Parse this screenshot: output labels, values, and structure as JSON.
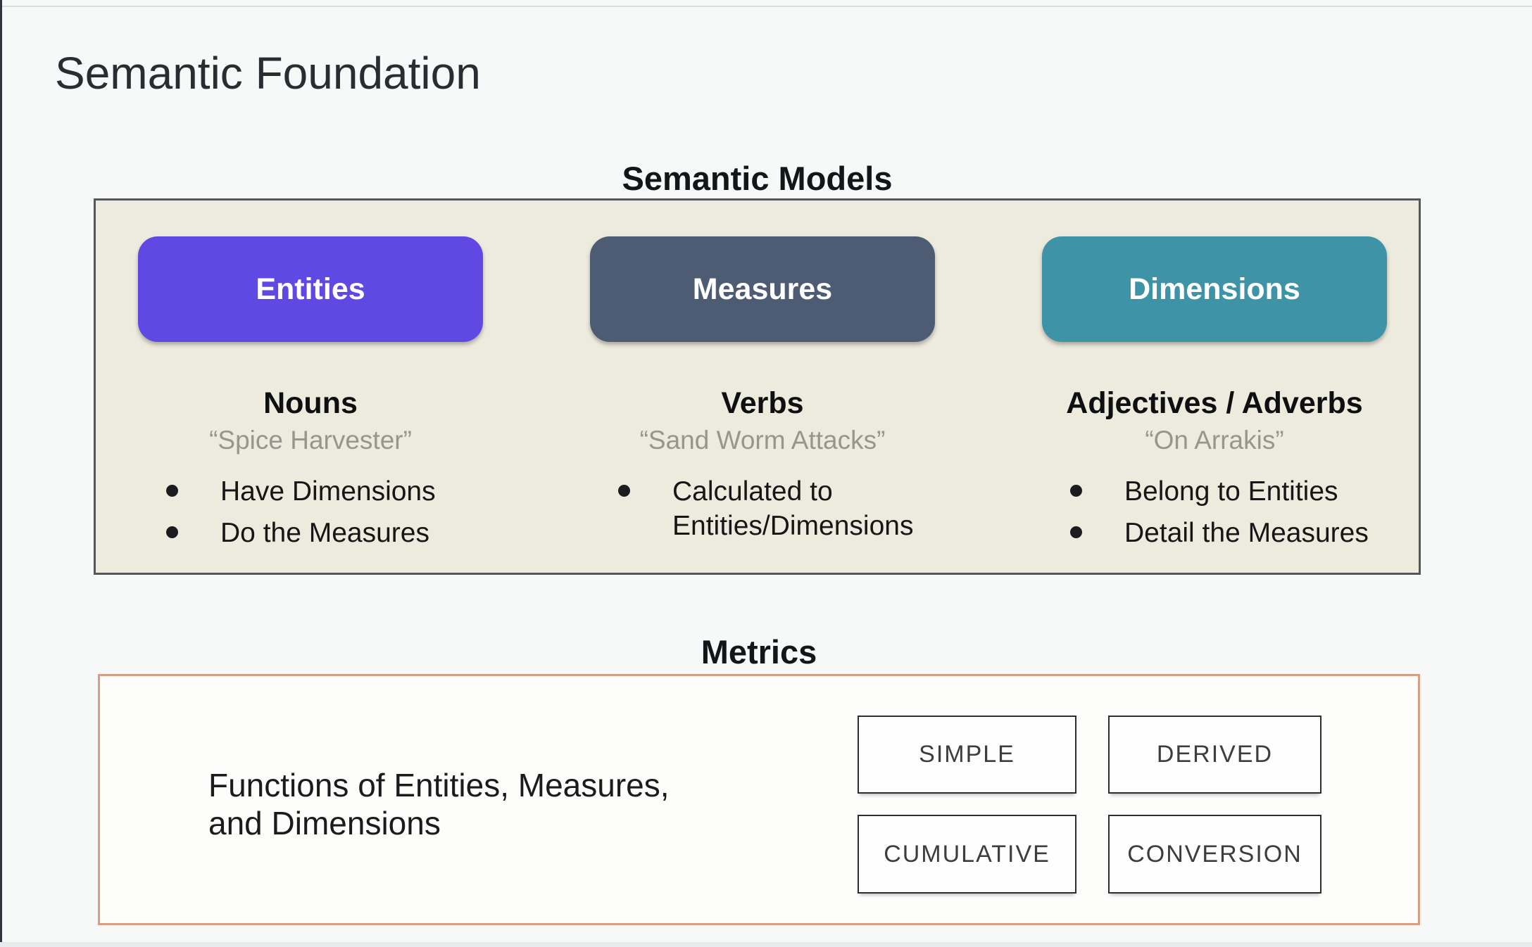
{
  "page": {
    "title": "Semantic Foundation"
  },
  "semantic_models": {
    "heading": "Semantic Models",
    "columns": [
      {
        "pill": "Entities",
        "pill_color": "#6049e2",
        "role": "Nouns",
        "example": "“Spice Harvester”",
        "bullets": [
          "Have Dimensions",
          "Do the Measures"
        ]
      },
      {
        "pill": "Measures",
        "pill_color": "#4d5c73",
        "role": "Verbs",
        "example": "“Sand Worm Attacks”",
        "bullets": [
          "Calculated to Entities/Dimensions"
        ]
      },
      {
        "pill": "Dimensions",
        "pill_color": "#3e94a6",
        "role": "Adjectives / Adverbs",
        "example": "“On Arrakis”",
        "bullets": [
          "Belong to Entities",
          "Detail the Measures"
        ]
      }
    ]
  },
  "metrics": {
    "heading": "Metrics",
    "description": "Functions of Entities, Measures,\nand Dimensions",
    "types": [
      "SIMPLE",
      "DERIVED",
      "CUMULATIVE",
      "CONVERSION"
    ]
  },
  "colors": {
    "panel_fill": "#edebde",
    "panel_border": "#56575c",
    "metrics_border": "#dc9c83",
    "entities": "#6049e2",
    "measures": "#4d5c73",
    "dimensions": "#3e94a6"
  }
}
